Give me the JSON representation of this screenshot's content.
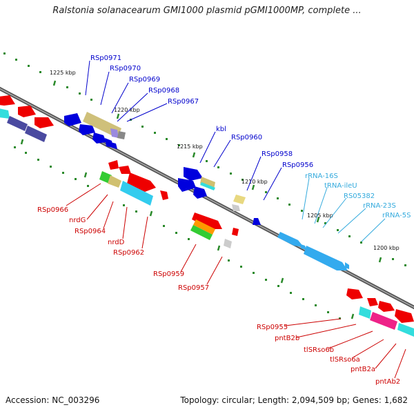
{
  "title": "Ralstonia solanacearum GMI1000 plasmid pGMI1000MP, complete ...",
  "footer": {
    "accession": "Accession: NC_003296",
    "summary": "Topology: circular; Length: 2,094,509 bp; Genes: 1,682"
  },
  "scale_labels": [
    "1225 kbp",
    "1220 kbp",
    "1215 kbp",
    "1210 kbp",
    "1205 kbp",
    "1200 kbp"
  ],
  "colors": {
    "top_gene_labels": "#0000cc",
    "rna_labels": "#33aadd",
    "bottom_gene_labels": "#cc0000",
    "backbone": "#777777"
  },
  "top_gene_labels": [
    "RSp0971",
    "RSp0970",
    "RSp0969",
    "RSp0968",
    "RSp0967",
    "kbl",
    "RSp0960",
    "RSp0958",
    "RSp0956"
  ],
  "rna_labels": [
    "rRNA-16S",
    "tRNA-ileU",
    "RS05382",
    "rRNA-23S",
    "rRNA-5S"
  ],
  "bottom_gene_labels": [
    "RSp0966",
    "nrdG",
    "RSp0964",
    "nrdD",
    "RSp0962",
    "RSp0959",
    "RSp0957",
    "RSp0955",
    "pntB2b",
    "tlSRso6b",
    "tlSRso6a",
    "pntB2a",
    "pntAb2"
  ]
}
